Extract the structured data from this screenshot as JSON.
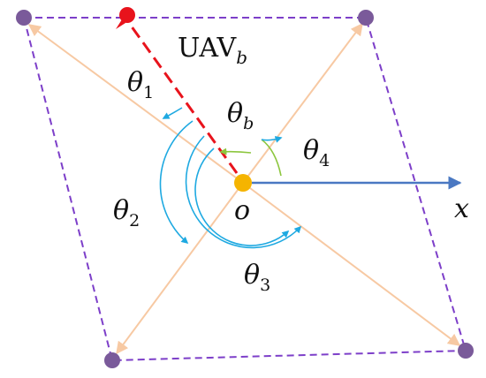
{
  "labels": {
    "uav_main": "UAV",
    "uav_sub": "b",
    "theta": "θ",
    "theta1_sub": "1",
    "thetab_sub": "b",
    "theta2_sub": "2",
    "theta3_sub": "3",
    "theta4_sub": "4",
    "origin": "o",
    "x_axis": "x"
  },
  "colors": {
    "boundary_dash": "#7d3fc9",
    "vertex_fill": "#7a5a9a",
    "peach_arrow": "#f7c9a3",
    "uav_red": "#e8131c",
    "origin_dot": "#f5b400",
    "x_axis_arrow": "#4a78c2",
    "angle_arc": "#1ea9e1",
    "thetab_arc": "#8cc63e",
    "text": "#111111"
  }
}
